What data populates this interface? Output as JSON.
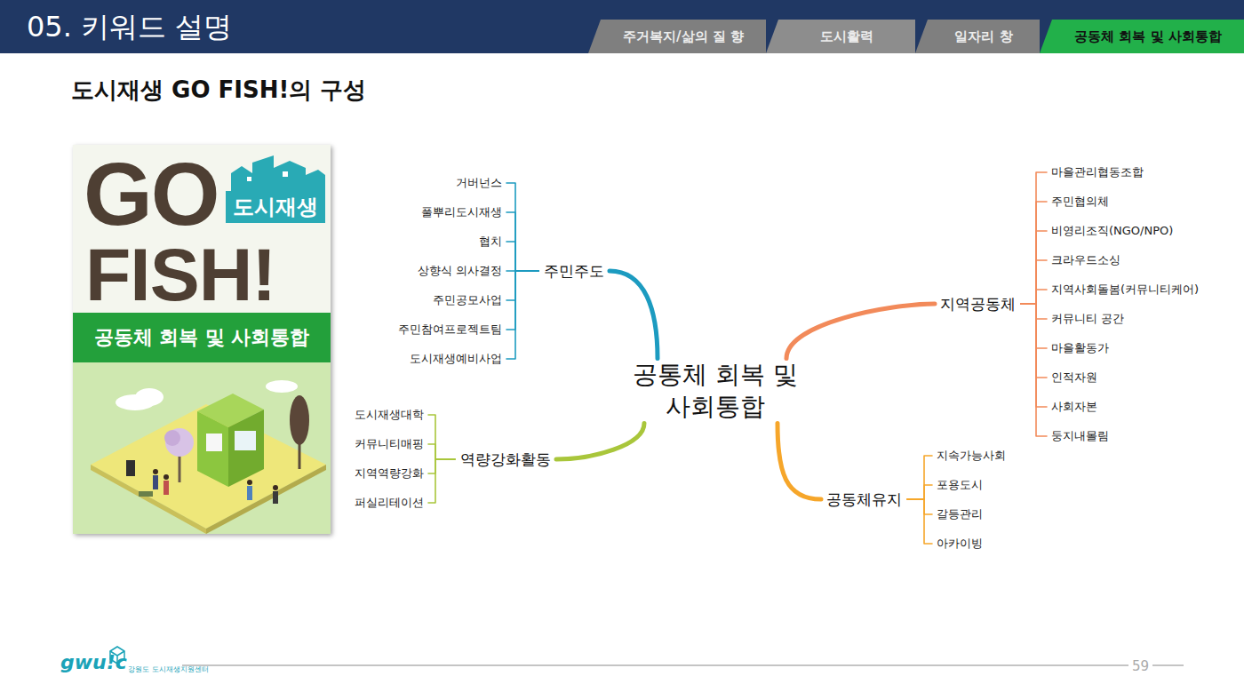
{
  "diagram": {
    "title": "도시재생 GO FISH!의 구성",
    "nodes": [
      {
        "text": [
          "05. 키워드 설명"
        ]
      },
      {
        "text": [
          "주거복지/삶의 질 향"
        ],
        "in": 0
      },
      {
        "text": [
          "도시활력"
        ],
        "in": 0
      },
      {
        "text": [
          "일자리 창"
        ],
        "in": 0
      },
      {
        "text": [
          "공동체 회복 및 사회통합"
        ],
        "in": 0
      },
      {
        "text": [
          "GO",
          "FISH!"
        ]
      },
      {
        "text": [
          "도시재생"
        ],
        "in": 5
      },
      {
        "text": [
          "공동체 회복 및 사회통합"
        ],
        "in": 5
      },
      {
        "text": [
          "공통체 회복 및 사회통합"
        ]
      },
      {
        "text": [
          "주민주도"
        ]
      },
      {
        "text": [
          "거버넌스"
        ]
      },
      {
        "text": [
          "풀뿌리도시재생"
        ]
      },
      {
        "text": [
          "협치"
        ]
      },
      {
        "text": [
          "상향식 의사결정"
        ]
      },
      {
        "text": [
          "주민공모사업"
        ]
      },
      {
        "text": [
          "주민참여프로젝트팀"
        ]
      },
      {
        "text": [
          "도시재생예비사업"
        ]
      },
      {
        "text": [
          "역량강화활동"
        ]
      },
      {
        "text": [
          "도시재생대학"
        ]
      },
      {
        "text": [
          "커뮤니티매핑"
        ]
      },
      {
        "text": [
          "지역역량강화"
        ]
      },
      {
        "text": [
          "퍼실리테이션"
        ]
      },
      {
        "text": [
          "지역공동체"
        ]
      },
      {
        "text": [
          "마을관리협동조합"
        ]
      },
      {
        "text": [
          "주민협의체"
        ]
      },
      {
        "text": [
          "비영리조직(NGO/NPO)"
        ]
      },
      {
        "text": [
          "크라우드소싱"
        ]
      },
      {
        "text": [
          "지역사회돌봄(커뮤니티케어)"
        ]
      },
      {
        "text": [
          "커뮤니티 공간"
        ]
      },
      {
        "text": [
          "마을활동가"
        ]
      },
      {
        "text": [
          "인적자원"
        ]
      },
      {
        "text": [
          "사회자본"
        ]
      },
      {
        "text": [
          "둥지내몰림"
        ]
      },
      {
        "text": [
          "공동체유지"
        ]
      },
      {
        "text": [
          "지속가능사회"
        ]
      },
      {
        "text": [
          "포용도시"
        ]
      },
      {
        "text": [
          "갈등관리"
        ]
      },
      {
        "text": [
          "아카이빙"
        ]
      }
    ],
    "edges": [
      {
        "from": 8,
        "to": 9,
        "arrow": "none"
      },
      {
        "from": 9,
        "to": 10,
        "arrow": "none"
      },
      {
        "from": 9,
        "to": 11,
        "arrow": "none"
      },
      {
        "from": 9,
        "to": 12,
        "arrow": "none"
      },
      {
        "from": 9,
        "to": 13,
        "arrow": "none"
      },
      {
        "from": 9,
        "to": 14,
        "arrow": "none"
      },
      {
        "from": 9,
        "to": 15,
        "arrow": "none"
      },
      {
        "from": 9,
        "to": 16,
        "arrow": "none"
      },
      {
        "from": 8,
        "to": 17,
        "arrow": "none"
      },
      {
        "from": 17,
        "to": 18,
        "arrow": "none"
      },
      {
        "from": 17,
        "to": 19,
        "arrow": "none"
      },
      {
        "from": 17,
        "to": 20,
        "arrow": "none"
      },
      {
        "from": 17,
        "to": 21,
        "arrow": "none"
      },
      {
        "from": 8,
        "to": 22,
        "arrow": "none"
      },
      {
        "from": 22,
        "to": 23,
        "arrow": "none"
      },
      {
        "from": 22,
        "to": 24,
        "arrow": "none"
      },
      {
        "from": 22,
        "to": 25,
        "arrow": "none"
      },
      {
        "from": 22,
        "to": 26,
        "arrow": "none"
      },
      {
        "from": 22,
        "to": 27,
        "arrow": "none"
      },
      {
        "from": 22,
        "to": 28,
        "arrow": "none"
      },
      {
        "from": 22,
        "to": 29,
        "arrow": "none"
      },
      {
        "from": 22,
        "to": 30,
        "arrow": "none"
      },
      {
        "from": 22,
        "to": 31,
        "arrow": "none"
      },
      {
        "from": 22,
        "to": 32,
        "arrow": "none"
      },
      {
        "from": 8,
        "to": 33,
        "arrow": "none"
      },
      {
        "from": 33,
        "to": 34,
        "arrow": "none"
      },
      {
        "from": 33,
        "to": 35,
        "arrow": "none"
      },
      {
        "from": 33,
        "to": 36,
        "arrow": "none"
      },
      {
        "from": 33,
        "to": 37,
        "arrow": "none"
      }
    ],
    "labels": [
      "gwu!c",
      "강원도 도시재생지원센터",
      "59"
    ]
  }
}
